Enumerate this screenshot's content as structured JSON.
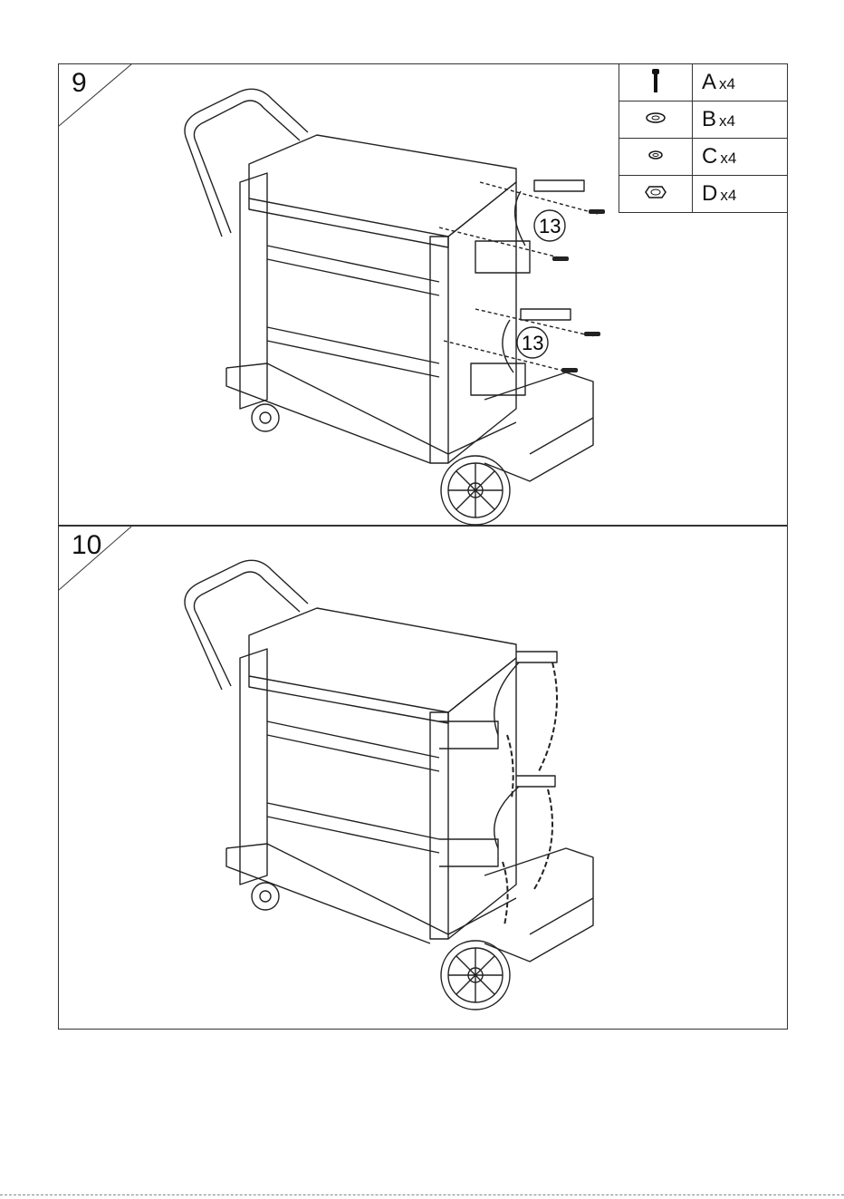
{
  "steps": [
    {
      "number": "9"
    },
    {
      "number": "10"
    }
  ],
  "legend": [
    {
      "icon": "screw-icon",
      "letter": "A",
      "qty": "x4"
    },
    {
      "icon": "washer-icon",
      "letter": "B",
      "qty": "x4"
    },
    {
      "icon": "spring-washer-icon",
      "letter": "C",
      "qty": "x4"
    },
    {
      "icon": "nut-icon",
      "letter": "D",
      "qty": "x4"
    }
  ],
  "callouts": {
    "upper_bracket": "13",
    "lower_bracket": "13"
  }
}
